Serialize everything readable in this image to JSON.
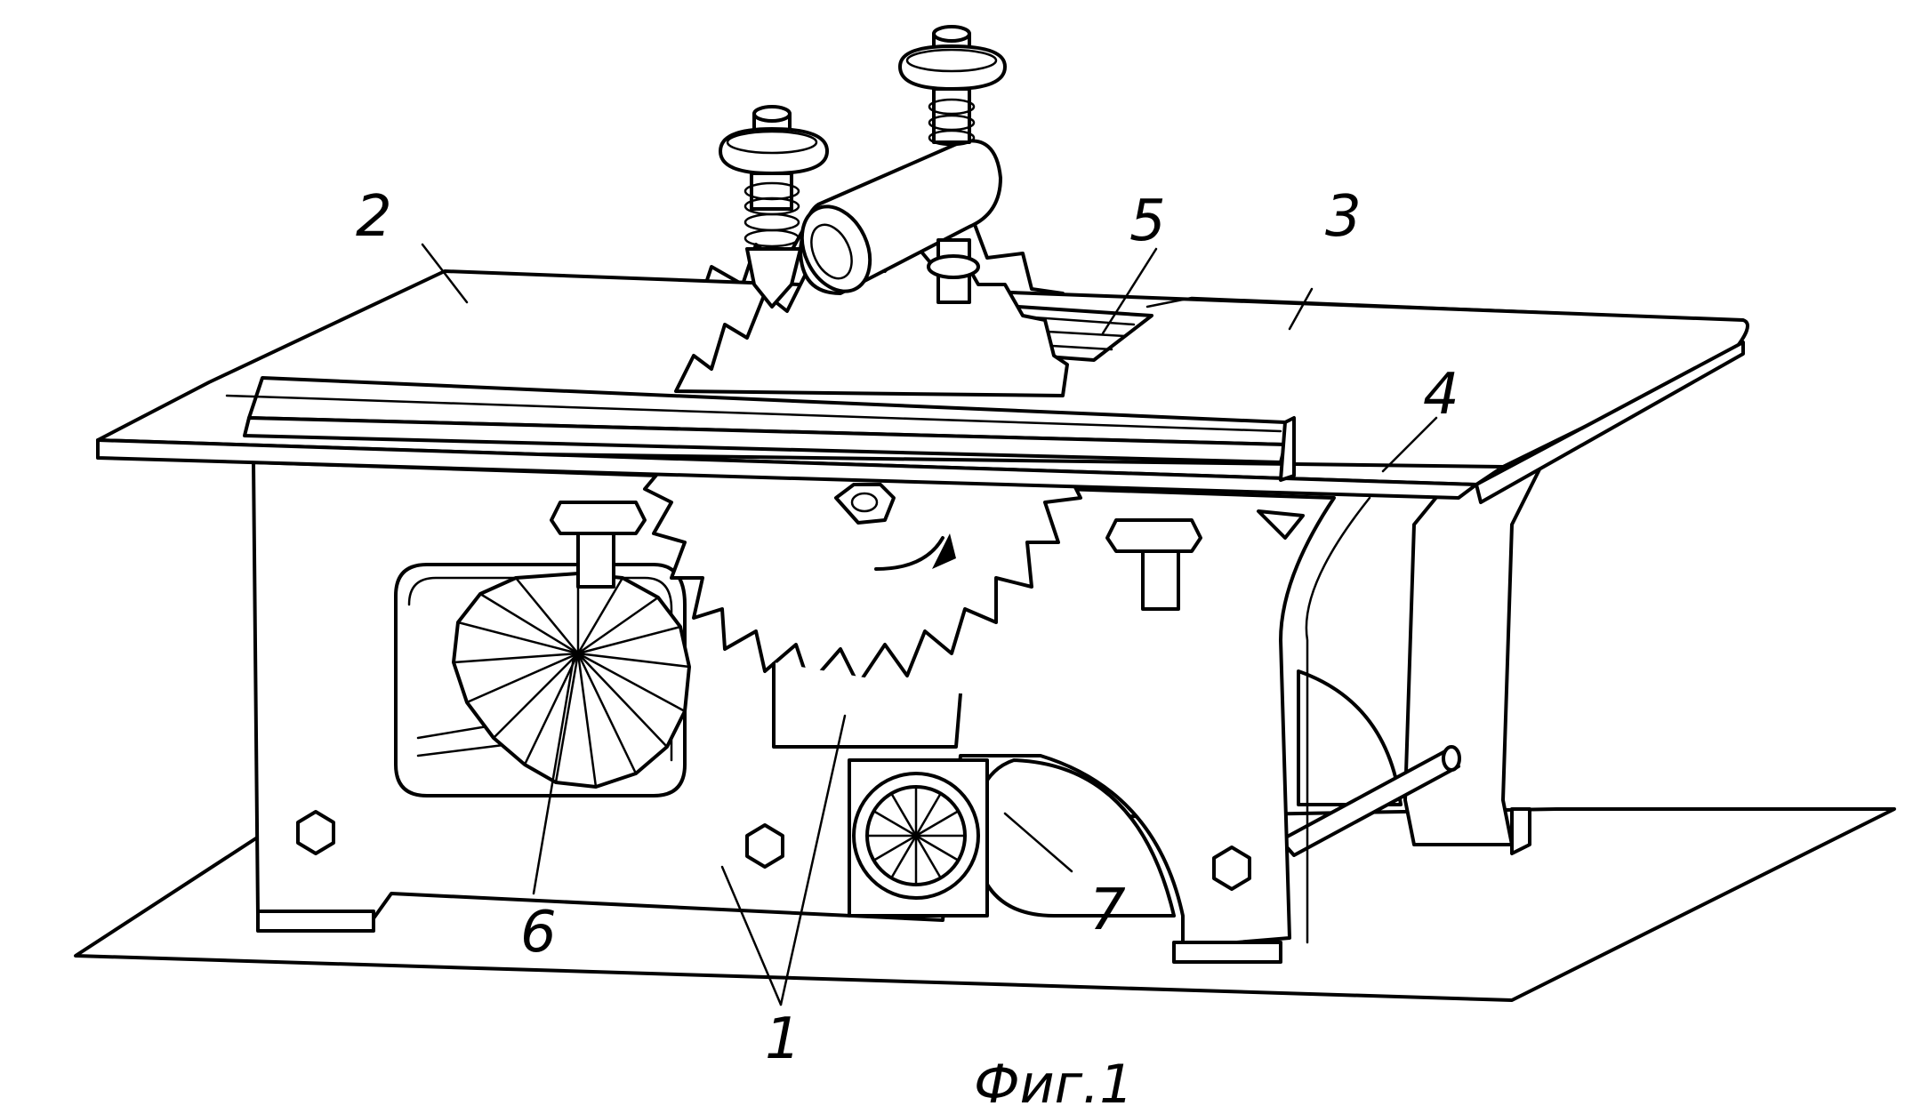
{
  "labels": {
    "n1": "1",
    "n2": "2",
    "n3": "3",
    "n4": "4",
    "n5": "5",
    "n6": "6",
    "n7": "7"
  },
  "caption": "Фиг.1"
}
